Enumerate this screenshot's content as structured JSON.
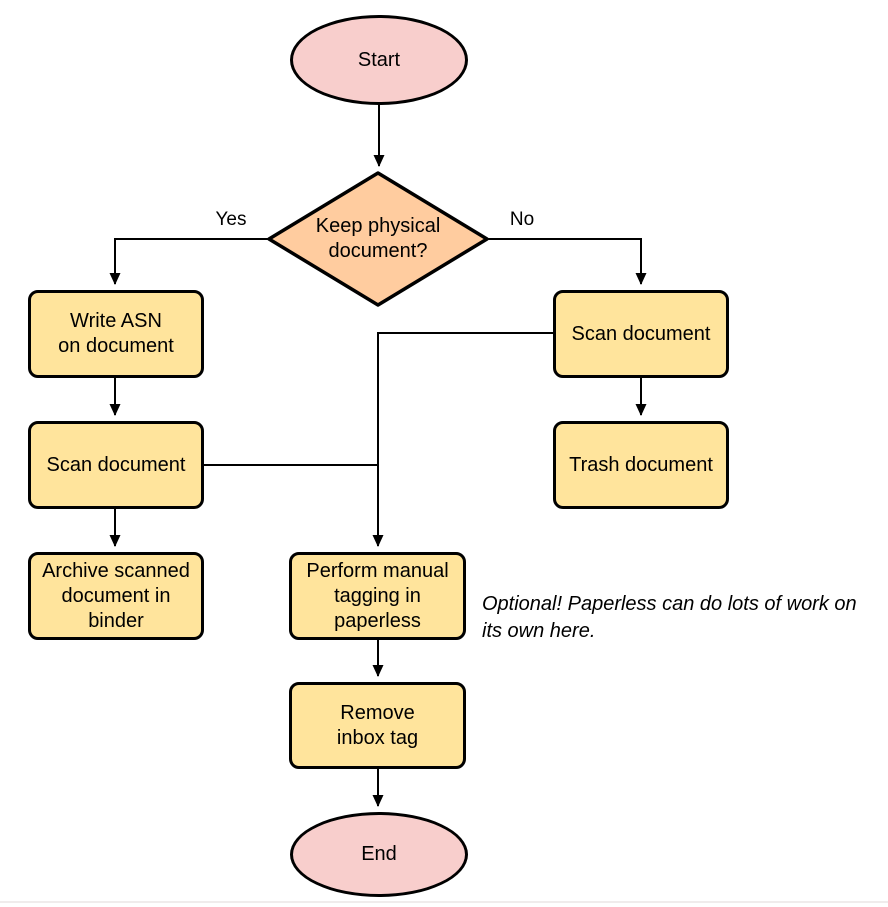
{
  "diagram": {
    "nodes": {
      "start": {
        "label": "Start",
        "shape": "ellipse"
      },
      "decision": {
        "label": "Keep physical\ndocument?",
        "shape": "diamond"
      },
      "write_asn": {
        "label": "Write ASN\non document",
        "shape": "process"
      },
      "scan_left": {
        "label": "Scan document",
        "shape": "process"
      },
      "archive": {
        "label": "Archive scanned\ndocument in\nbinder",
        "shape": "process"
      },
      "scan_right": {
        "label": "Scan document",
        "shape": "process"
      },
      "trash": {
        "label": "Trash document",
        "shape": "process"
      },
      "tagging": {
        "label": "Perform manual\ntagging in\npaperless",
        "shape": "process"
      },
      "remove_inbox": {
        "label": "Remove\ninbox tag",
        "shape": "process"
      },
      "end": {
        "label": "End",
        "shape": "ellipse"
      }
    },
    "edge_labels": {
      "yes": "Yes",
      "no": "No"
    },
    "annotation": "Optional! Paperless can do lots of work on\nits own here.",
    "colors": {
      "terminal_fill": "#F8CECC",
      "decision_fill": "#FFCC9F",
      "process_fill": "#FFE49C",
      "stroke": "#000000",
      "background": "#FFFFFF",
      "divider": "#F0ECEC"
    }
  }
}
